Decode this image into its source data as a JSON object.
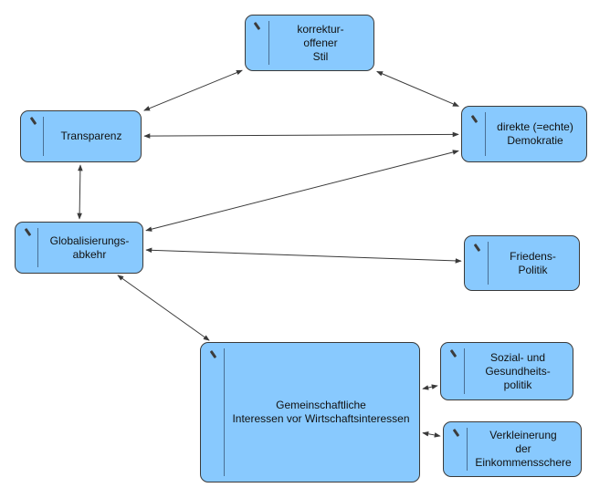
{
  "nodes": {
    "korrektur": {
      "label": "korrektur-\noffener\nStil"
    },
    "transparenz": {
      "label": "Transparenz"
    },
    "demokratie": {
      "label": "direkte (=echte)\nDemokratie"
    },
    "globalisierung": {
      "label": "Globalisierungs-\nabkehr"
    },
    "frieden": {
      "label": "Friedens-\nPolitik"
    },
    "gemeinschaft": {
      "label": "Gemeinschaftliche\nInteressen vor Wirtschaftsinteressen"
    },
    "sozial": {
      "label": "Sozial- und\nGesundheits-\npolitik"
    },
    "verkleinerung": {
      "label": "Verkleinerung\nder\nEinkommensschere"
    }
  },
  "colors": {
    "node_fill": "#88c9fe",
    "node_border": "#3a3a3a",
    "edge": "#3a3a3a"
  },
  "edges": [
    {
      "from": "korrektur",
      "to": "transparenz",
      "arrows": "both"
    },
    {
      "from": "korrektur",
      "to": "demokratie",
      "arrows": "both"
    },
    {
      "from": "transparenz",
      "to": "demokratie",
      "arrows": "both"
    },
    {
      "from": "transparenz",
      "to": "globalisierung",
      "arrows": "both"
    },
    {
      "from": "demokratie",
      "to": "globalisierung",
      "arrows": "both"
    },
    {
      "from": "globalisierung",
      "to": "frieden",
      "arrows": "both"
    },
    {
      "from": "globalisierung",
      "to": "gemeinschaft",
      "arrows": "both"
    },
    {
      "from": "gemeinschaft",
      "to": "sozial",
      "arrows": "both"
    },
    {
      "from": "gemeinschaft",
      "to": "verkleinerung",
      "arrows": "both"
    }
  ]
}
